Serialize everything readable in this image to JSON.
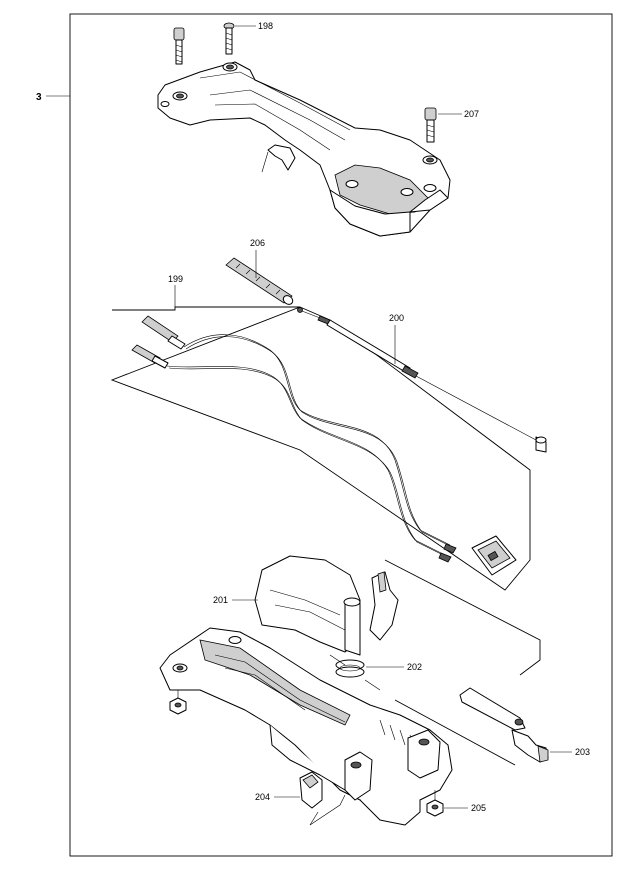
{
  "section_label": "3",
  "callouts": {
    "p198": "198",
    "p207": "207",
    "p206": "206",
    "p199": "199",
    "p200": "200",
    "p201": "201",
    "p202": "202",
    "p203": "203",
    "p204": "204",
    "p205": "205"
  }
}
